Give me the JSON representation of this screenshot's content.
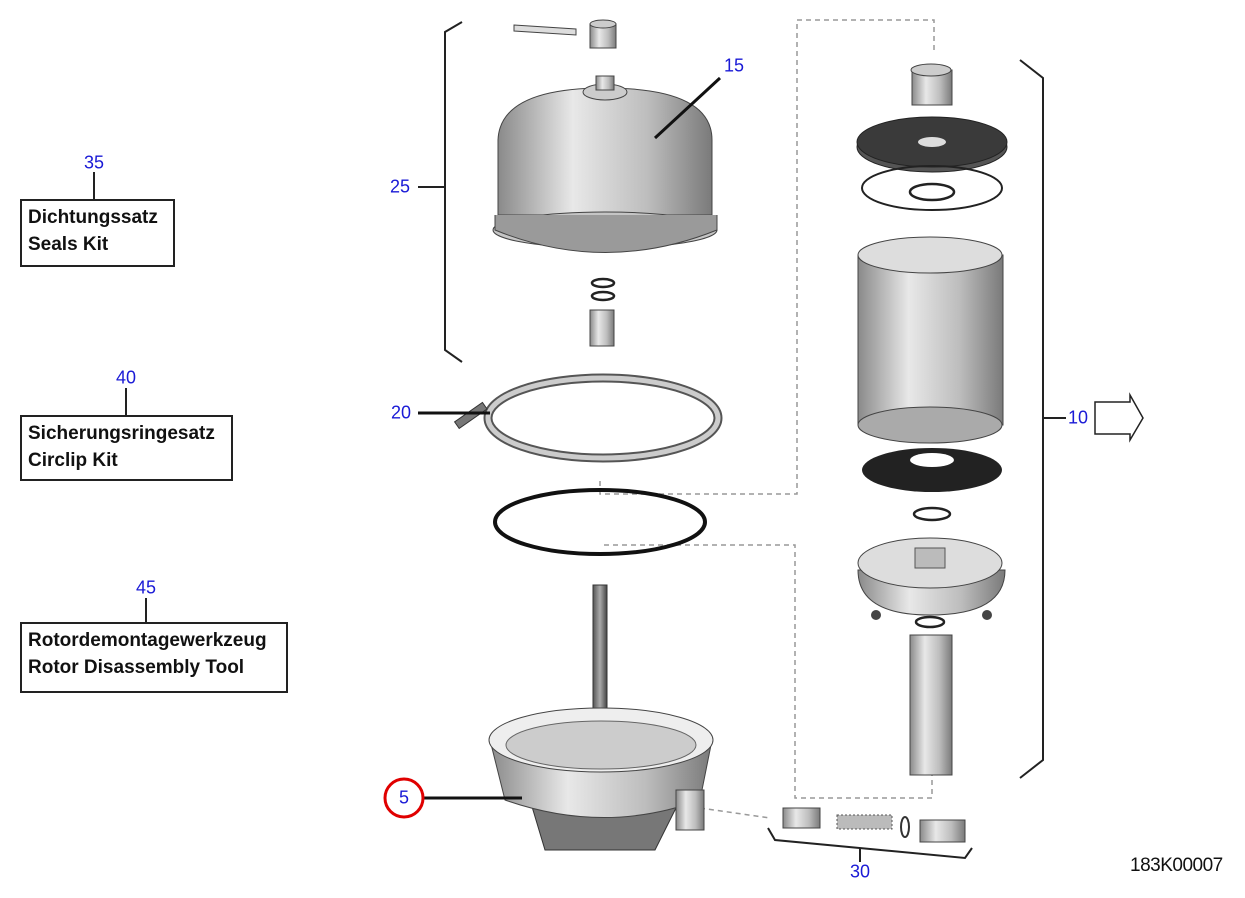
{
  "kits": [
    {
      "number": "35",
      "german": "Dichtungssatz",
      "english": "Seals Kit"
    },
    {
      "number": "40",
      "german": "Sicherungsringesatz",
      "english": "Circlip Kit"
    },
    {
      "number": "45",
      "german": "Rotordemontagewerkzeug",
      "english": "Rotor Disassembly Tool"
    }
  ],
  "callouts": {
    "c5": "5",
    "c10": "10",
    "c15": "15",
    "c20": "20",
    "c25": "25",
    "c30": "30"
  },
  "highlighted_callout": "5",
  "drawing_code": "183K00007",
  "colors": {
    "callout": "#1a1ad6",
    "highlight": "#e00000"
  }
}
